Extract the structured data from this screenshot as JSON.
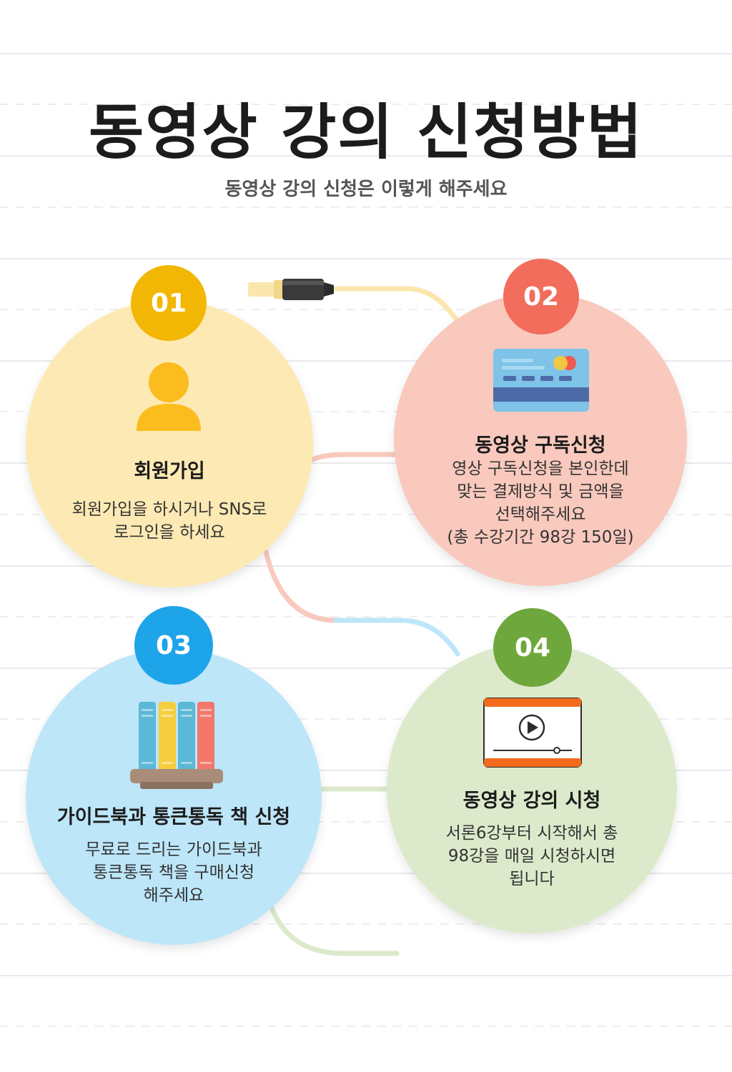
{
  "title": "동영상 강의 신청방법",
  "subtitle": "동영상 강의 신청은 이렇게 해주세요",
  "steps": [
    {
      "number": "01",
      "heading": "회원가입",
      "lines": [
        "회원가입을 하시거나 SNS로",
        "로그인을 하세요"
      ],
      "icon": "user-icon",
      "badge_color": "#f2b705",
      "circle_color": "#fde9b3"
    },
    {
      "number": "02",
      "heading": "동영상 구독신청",
      "lines": [
        "영상 구독신청을 본인한데",
        "맞는 결제방식 및 금액을",
        "선택해주세요",
        "(총 수강기간 98강 150일)"
      ],
      "icon": "credit-card-icon",
      "badge_color": "#f26d5b",
      "circle_color": "#f9c9bd"
    },
    {
      "number": "03",
      "heading": "가이드북과 통큰통독 책 신청",
      "lines": [
        "무료로 드리는 가이드북과",
        "통큰통독 책을 구매신청",
        "해주세요"
      ],
      "icon": "books-icon",
      "badge_color": "#1ea4e9",
      "circle_color": "#bde6f9"
    },
    {
      "number": "04",
      "heading": "동영상 강의 시청",
      "lines": [
        "서론6강부터 시작해서 총",
        "98강을 매일 시청하시면",
        "됩니다"
      ],
      "icon": "video-player-icon",
      "badge_color": "#6ea83c",
      "circle_color": "#dceacb"
    }
  ],
  "decoration": {
    "icon": "highlighter-marker-icon"
  }
}
